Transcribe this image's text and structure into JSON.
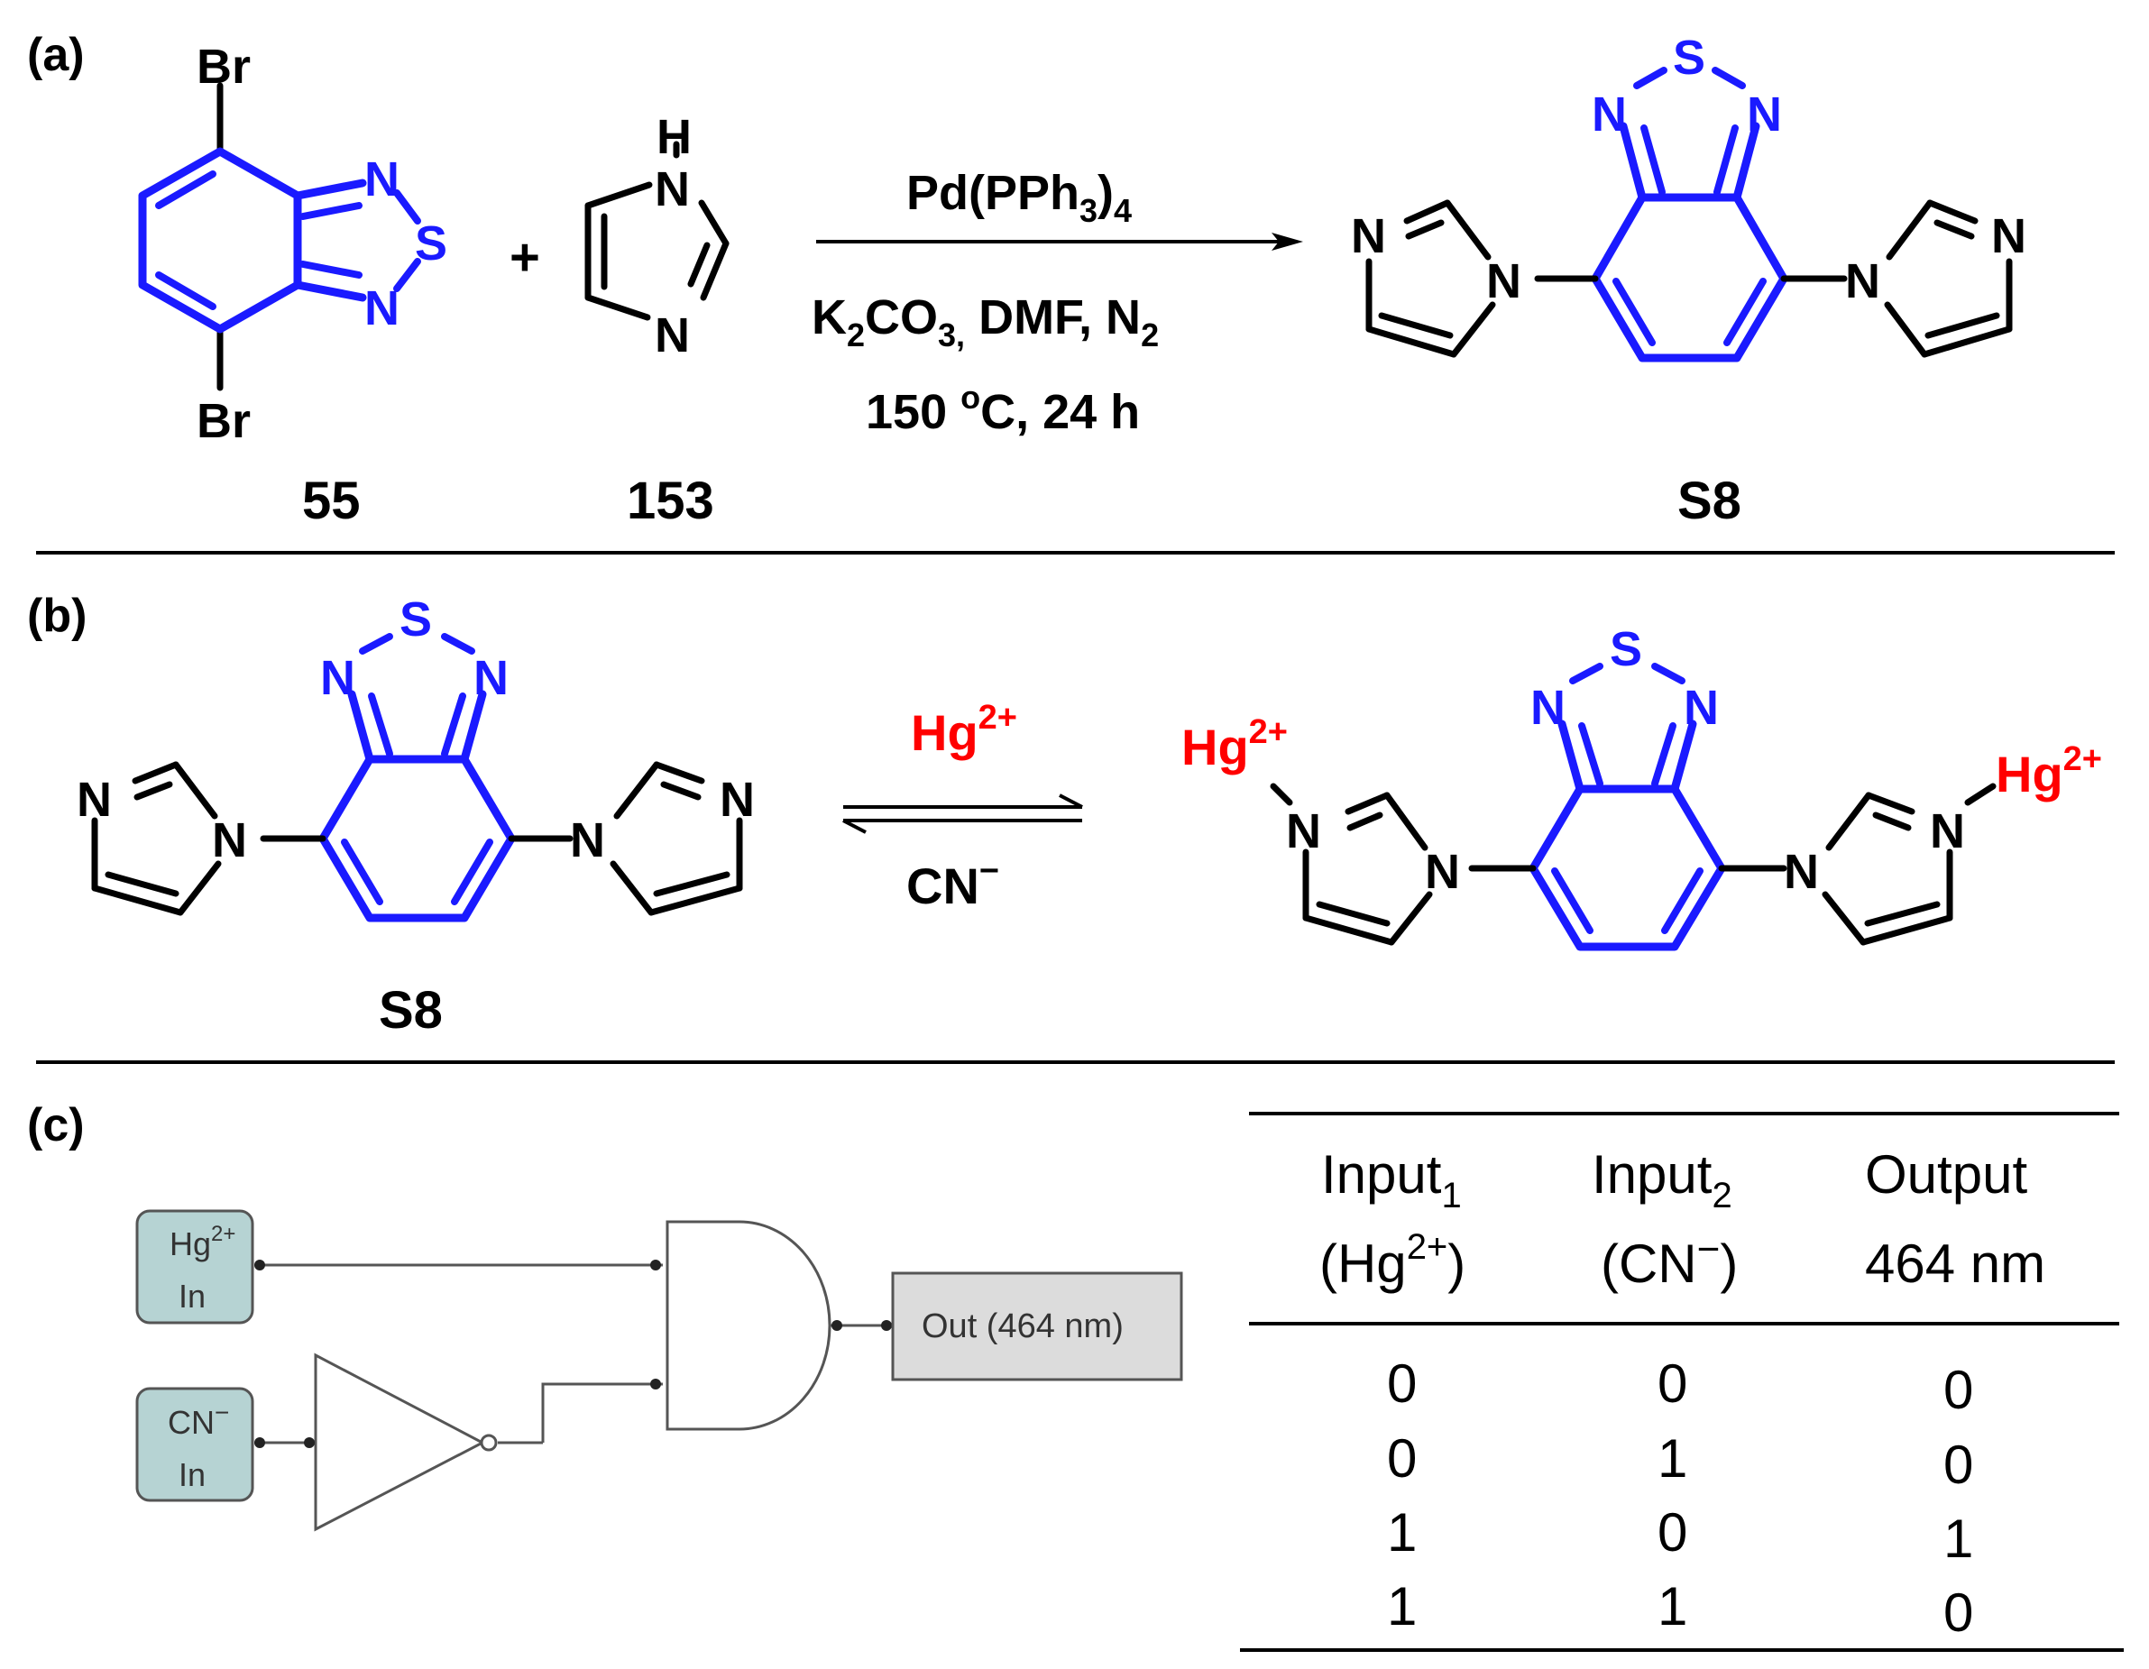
{
  "panel_a": {
    "tag": "(a)",
    "reactant1": {
      "label": "55",
      "br_top": "Br",
      "br_bottom": "Br",
      "n1": "N",
      "s": "S",
      "n2": "N"
    },
    "plus": "+",
    "reactant2": {
      "label": "153",
      "h": "H",
      "nh": "N",
      "n": "N"
    },
    "conditions": {
      "catalyst_main": "Pd(PPh",
      "catalyst_sub": "3",
      "catalyst_close": ")",
      "catalyst_sub2": "4",
      "line2_k": "K",
      "line2_k_sub": "2",
      "line2_co": "CO",
      "line2_co_sub": "3,",
      "line2_rest": " DMF, N",
      "line2_n_sub": "2",
      "line3_a": "150 ",
      "line3_sup": "o",
      "line3_b": "C, 24 h"
    },
    "product": {
      "label": "S8",
      "s": "S",
      "n_left": "N",
      "n_right": "N",
      "im_left_n": "N",
      "im_left_n2": "N",
      "im_right_n": "N",
      "im_right_n2": "N"
    }
  },
  "panel_b": {
    "tag": "(b)",
    "left": {
      "label": "S8",
      "s": "S",
      "n1": "N",
      "n2": "N",
      "im_l_n": "N",
      "im_l_n2": "N",
      "im_r_n": "N",
      "im_r_n2": "N"
    },
    "forward_reagent": {
      "base": "Hg",
      "sup": "2+"
    },
    "reverse_reagent": {
      "base": "CN",
      "sup": "−"
    },
    "right": {
      "s": "S",
      "n1": "N",
      "n2": "N",
      "hg_left": "Hg",
      "hg_left_sup": "2+",
      "hg_right": "Hg",
      "hg_right_sup": "2+",
      "im_l_n": "N",
      "im_l_n2": "N",
      "im_r_n": "N",
      "im_r_n2": "N"
    }
  },
  "panel_c": {
    "tag": "(c)",
    "circuit": {
      "input1_top": "Hg",
      "input1_sup": "2+",
      "input1_bottom": "In",
      "input2_top": "CN",
      "input2_sup": "−",
      "input2_bottom": "In",
      "output_label": "Out (464 nm)"
    },
    "truth_table": {
      "headers": [
        {
          "line1": "Input",
          "line1_sub": "1",
          "line2_open": "(Hg",
          "line2_sup": "2+",
          "line2_close": ")"
        },
        {
          "line1": "Input",
          "line1_sub": "2",
          "line2_open": "(CN",
          "line2_sup": "−",
          "line2_close": ")"
        },
        {
          "line1": "Output",
          "line1_sub": "",
          "line2_open": "464 nm",
          "line2_sup": "",
          "line2_close": ""
        }
      ],
      "rows": [
        [
          "0",
          "0",
          "0"
        ],
        [
          "0",
          "1",
          "0"
        ],
        [
          "1",
          "0",
          "1"
        ],
        [
          "1",
          "1",
          "0"
        ]
      ]
    }
  },
  "colors": {
    "core": "#1a1aff",
    "metal": "#ff0000",
    "ink": "#000000",
    "gate_box": "#b6d3d3",
    "out_box": "#dcdcdc"
  }
}
